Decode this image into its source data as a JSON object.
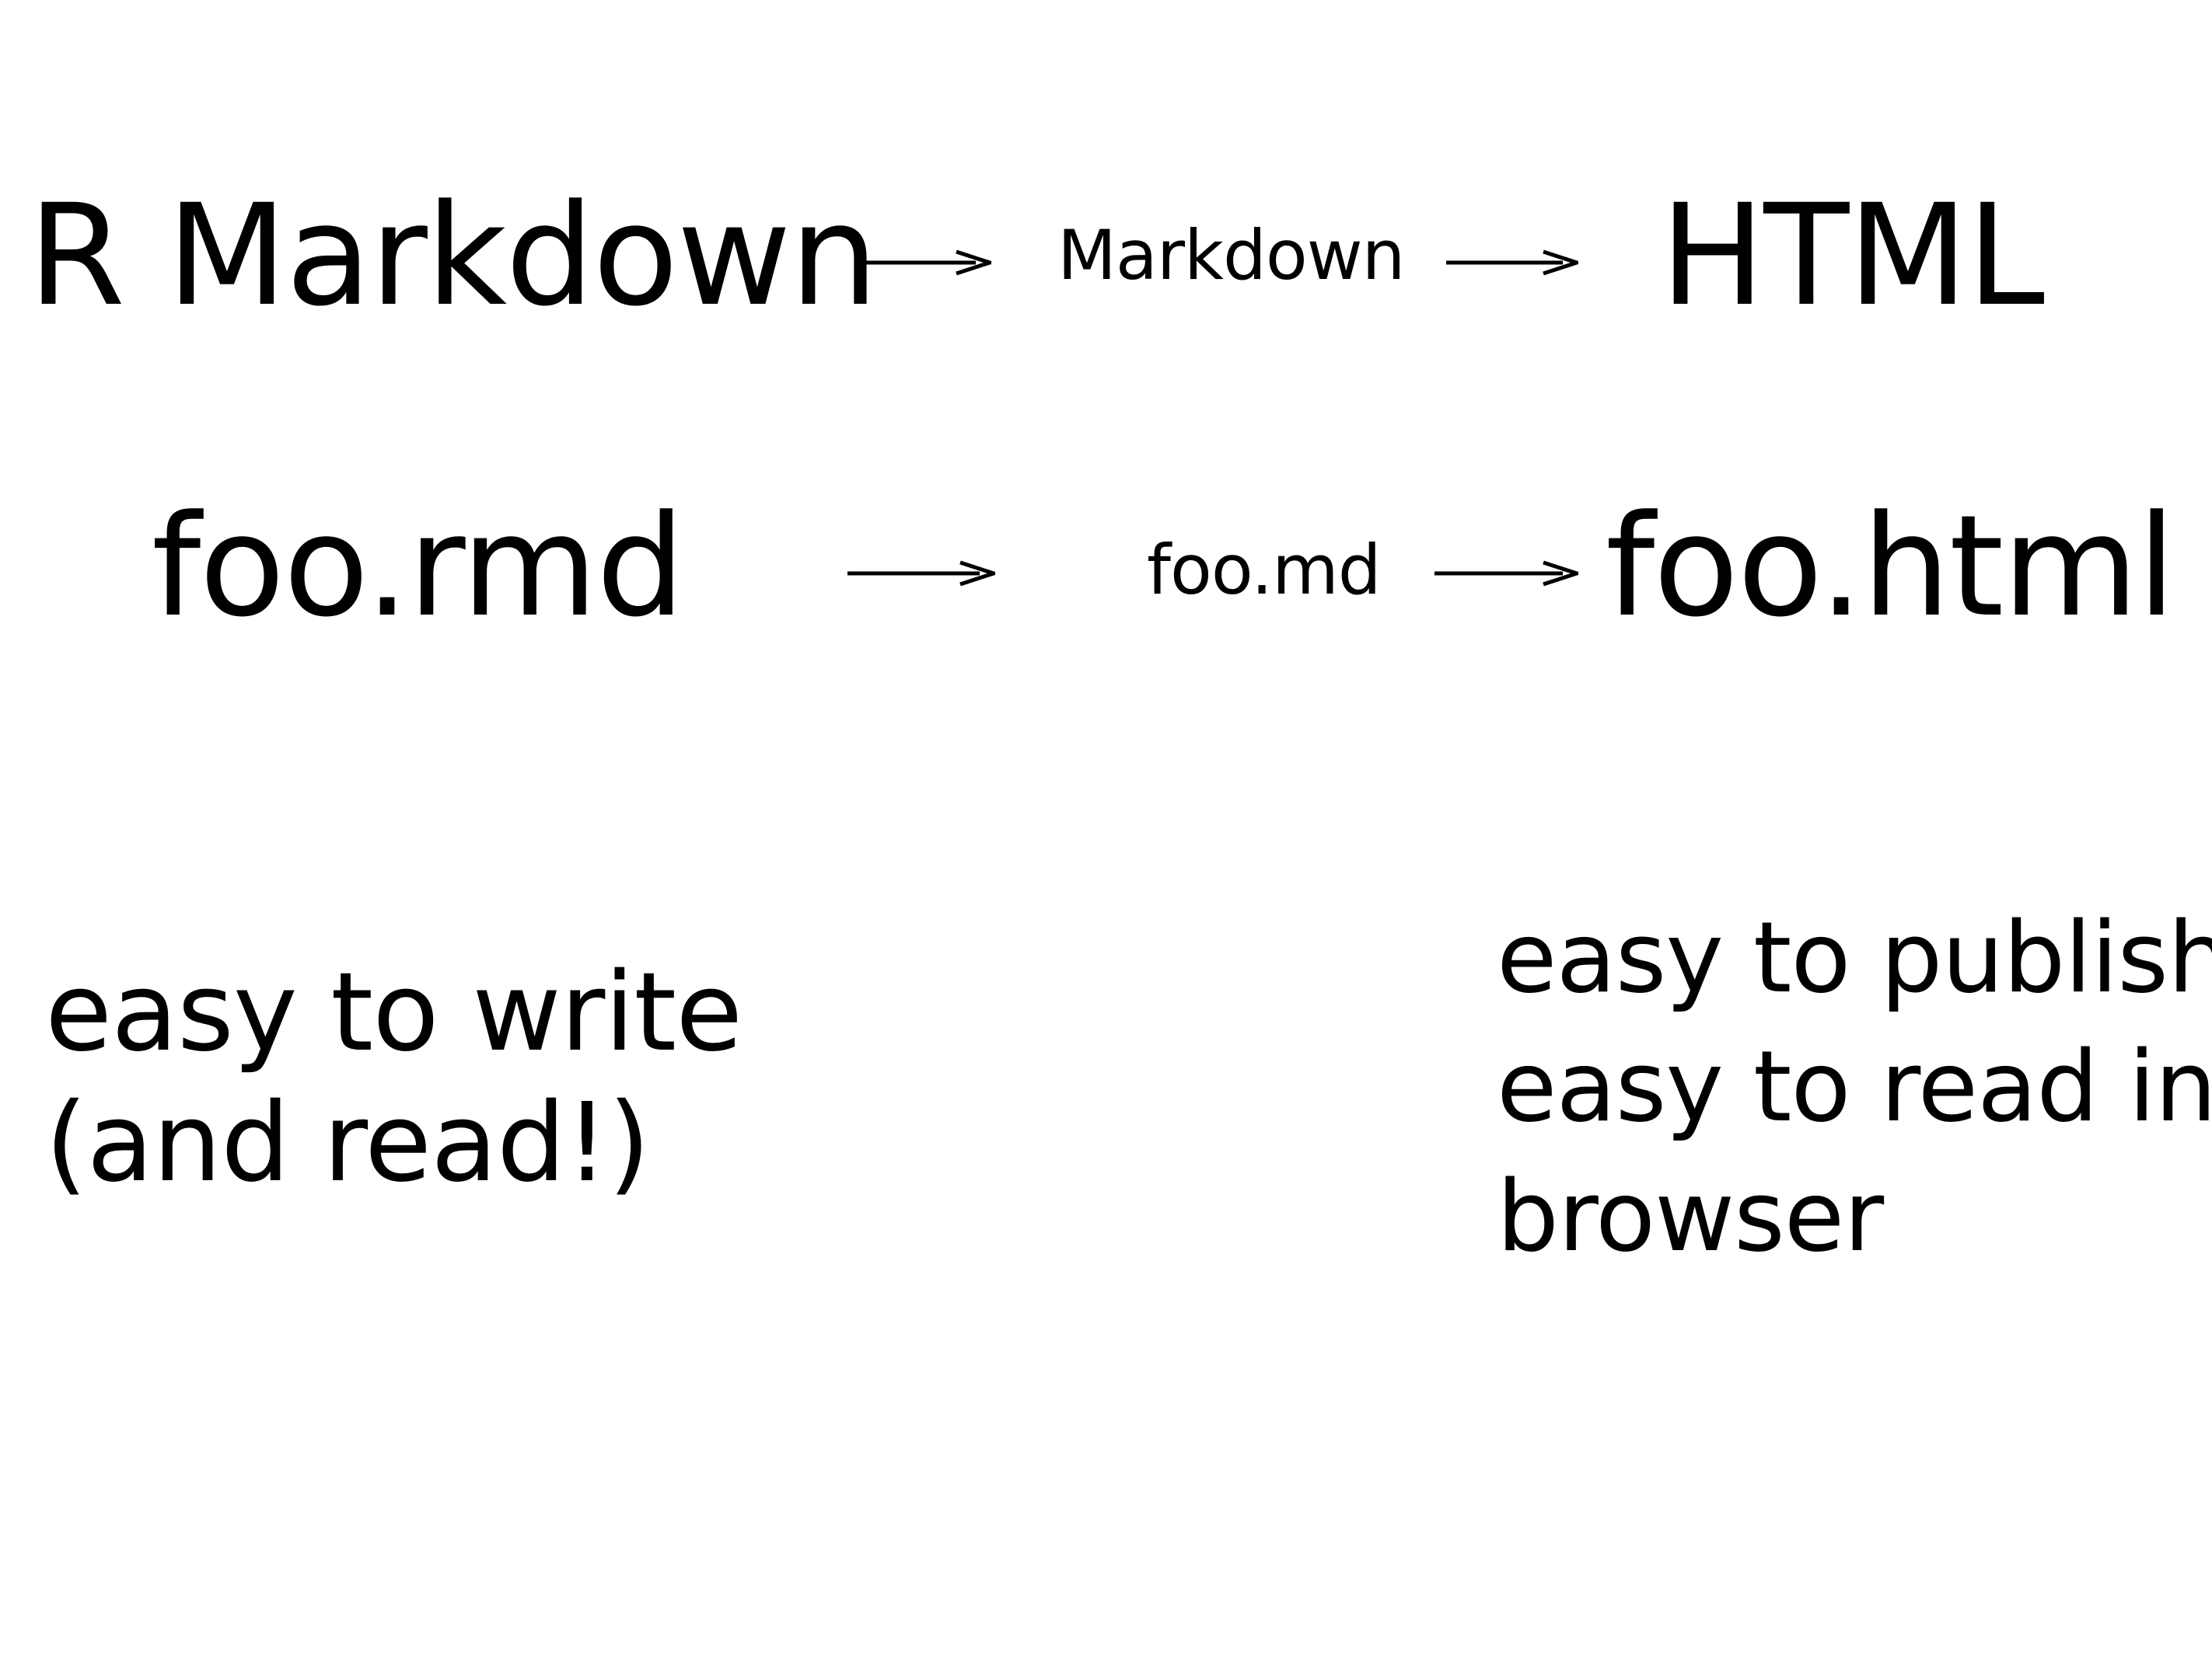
{
  "pipeline": {
    "formats": {
      "source": "R Markdown",
      "intermediate": "Markdown",
      "output": "HTML"
    },
    "files": {
      "source": "foo.rmd",
      "intermediate": "foo.md",
      "output": "foo.html"
    },
    "arrow_icon": "right-arrow-icon"
  },
  "notes": {
    "left": {
      "line1": "easy to write",
      "line2": "(and read!)"
    },
    "right": {
      "line1": "easy to publish",
      "line2": "easy to read in",
      "line3": "browser"
    }
  },
  "colors": {
    "text": "#000000",
    "background": "#ffffff"
  }
}
